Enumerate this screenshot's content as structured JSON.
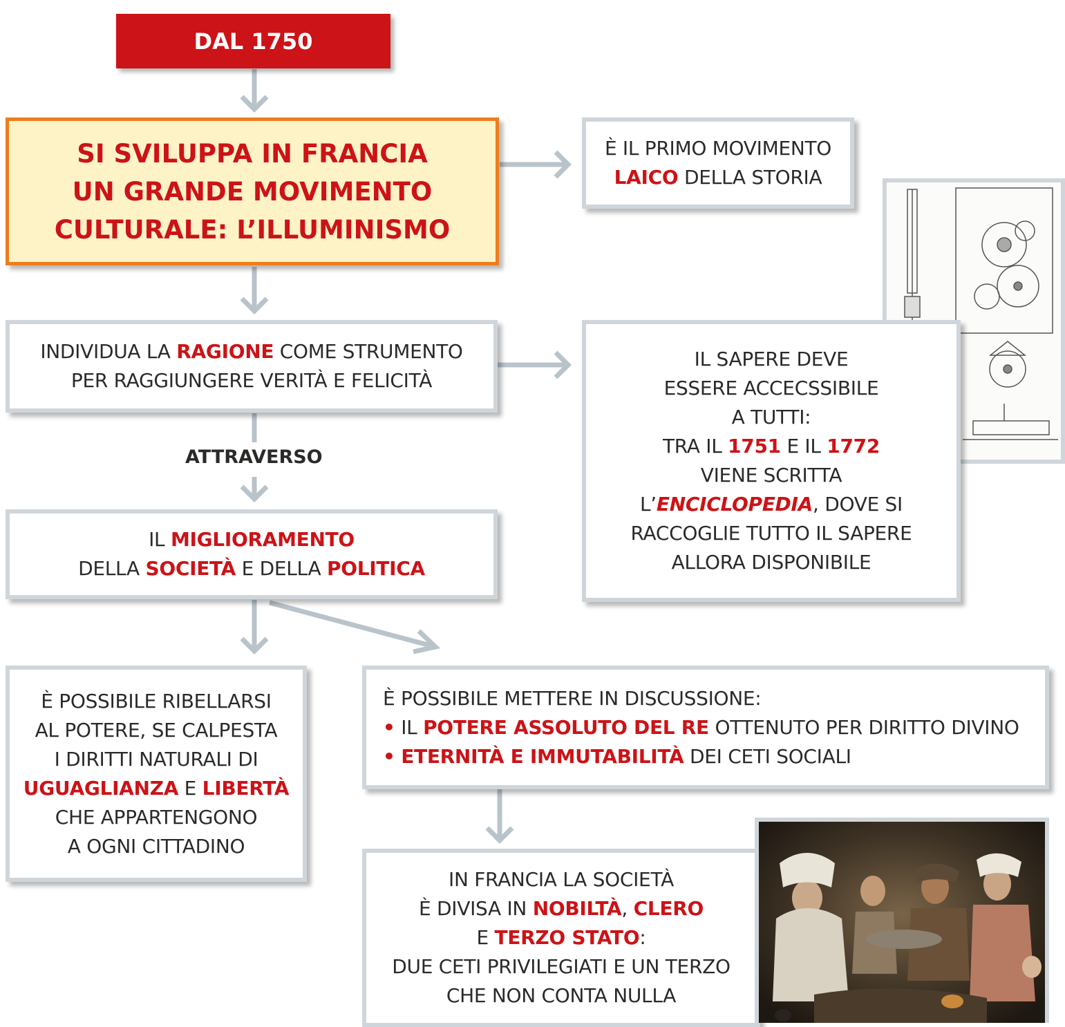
{
  "header": {
    "label": "DAL 1750"
  },
  "main": {
    "line1": "SI SVILUPPA IN FRANCIA",
    "line2": "UN GRANDE MOVIMENTO",
    "line3": "CULTURALE: L’ILLUMINISMO"
  },
  "laico": {
    "line1": "È IL PRIMO MOVIMENTO",
    "highlight": "LAICO",
    "rest": " DELLA STORIA"
  },
  "ragione": {
    "pre": "INDIVIDUA LA ",
    "highlight": "RAGIONE",
    "post": " COME STRUMENTO",
    "line2": "PER RAGGIUNGERE VERITÀ E FELICITÀ"
  },
  "enciclopedia": {
    "l1": "IL SAPERE DEVE",
    "l2": "ESSERE ACCECSSIBILE",
    "l3": "A TUTTI:",
    "l4_pre": "TRA IL ",
    "year1": "1751",
    "l4_mid": " E IL ",
    "year2": "1772",
    "l5": "VIENE SCRITTA",
    "l6_pre": "L’",
    "l6_title": "ENCICLOPEDIA",
    "l6_post": ", DOVE SI",
    "l7": "RACCOGLIE TUTTO IL SAPERE",
    "l8": "ALLORA DISPONIBILE"
  },
  "attraverso": {
    "label": "ATTRAVERSO"
  },
  "miglioramento": {
    "pre": "IL ",
    "highlight": "MIGLIORAMENTO",
    "l2_pre": "DELLA ",
    "societa": "SOCIETÀ",
    "l2_mid": " E DELLA ",
    "politica": "POLITICA"
  },
  "ribellarsi": {
    "l1": "È POSSIBILE RIBELLARSI",
    "l2": "AL POTERE, SE CALPESTA",
    "l3": "I DIRITTI NATURALI DI",
    "uguaglianza": "UGUAGLIANZA",
    "l4_mid": " E ",
    "liberta": "LIBERTÀ",
    "l5": "CHE APPARTENGONO",
    "l6": "A OGNI CITTADINO"
  },
  "discussione": {
    "l1": "È POSSIBILE METTERE IN DISCUSSIONE:",
    "bullet": "•",
    "b1_pre": " IL ",
    "b1_highlight": "POTERE ASSOLUTO DEL RE",
    "b1_post": " OTTENUTO PER DIRITTO DIVINO",
    "b2_highlight": "ETERNITÀ E IMMUTABILITÀ",
    "b2_post": " DEI CETI SOCIALI"
  },
  "societa": {
    "l1": "IN FRANCIA LA SOCIETÀ",
    "l2_pre": "È DIVISA IN ",
    "nobilta": "NOBILTÀ",
    "comma": ", ",
    "clero": "CLERO",
    "l3_pre": "E ",
    "terzo": "TERZO STATO",
    "colon": ":",
    "l4": "DUE CETI PRIVILEGIATI E UN TERZO",
    "l5": "CHE NON CONTA NULLA"
  },
  "colors": {
    "accent": "#cc1317",
    "highlight_border": "#ee7d1c",
    "highlight_bg": "#fdf3c6",
    "box_border": "#cfd6db",
    "arrow": "#b9c3ca"
  }
}
